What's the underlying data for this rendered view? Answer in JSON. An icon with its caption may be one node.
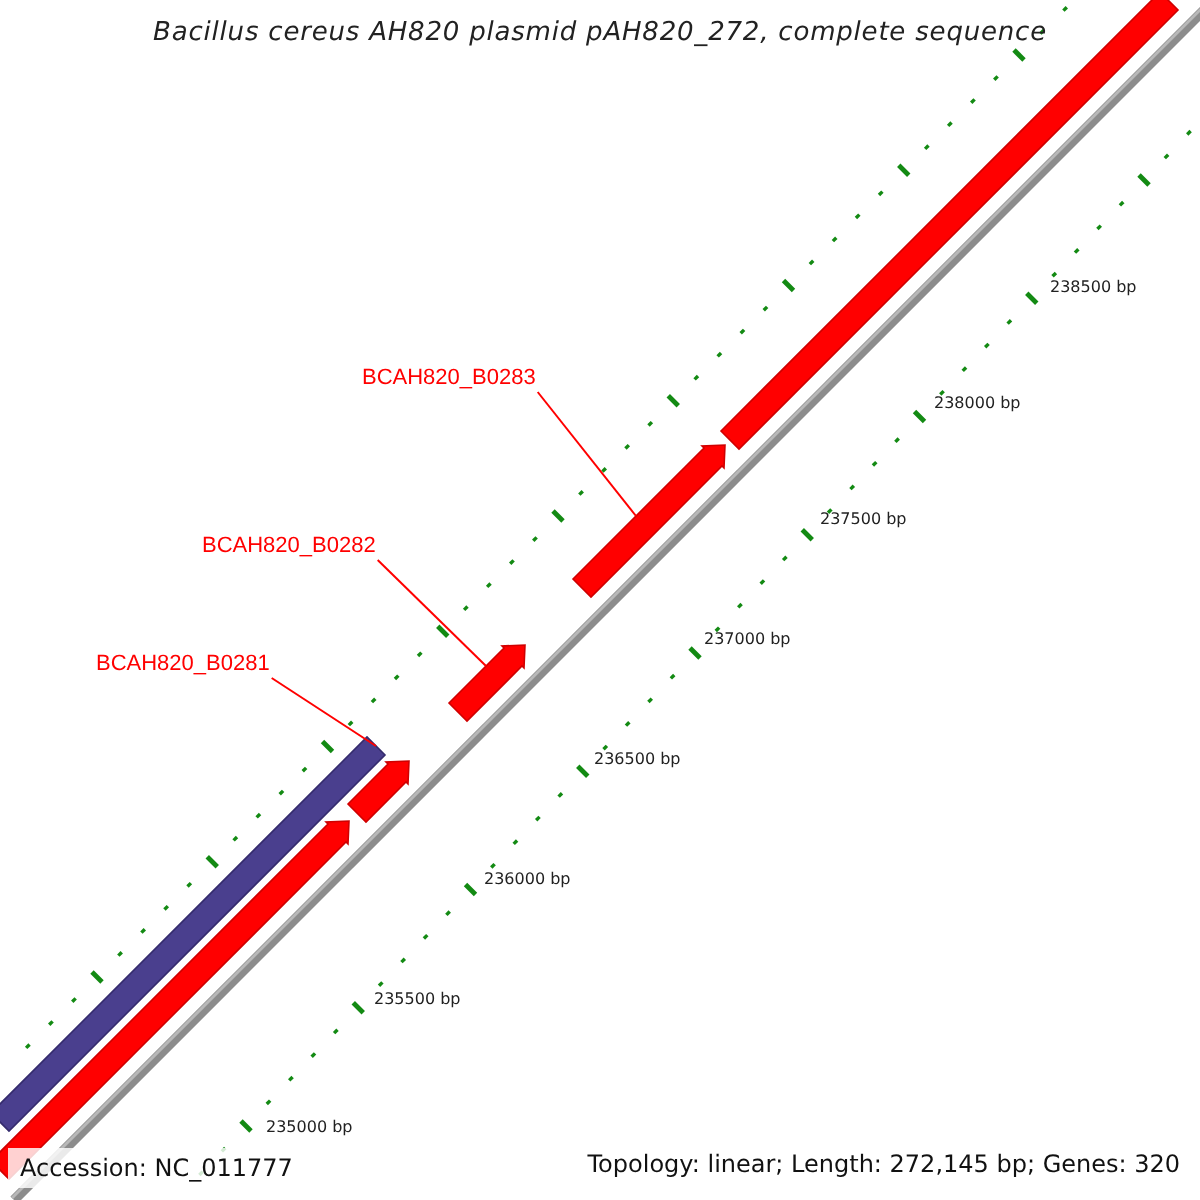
{
  "diagram": {
    "title": "Bacillus cereus AH820 plasmid pAH820_272, complete sequence",
    "nodes": [
      {
        "text": [
          "BCAH820_B0281"
        ]
      },
      {
        "text": [],
        "shape": "bar"
      },
      {
        "text": [
          "BCAH820_B0282"
        ]
      },
      {
        "text": [],
        "shape": "bar"
      },
      {
        "text": [
          "BCAH820_B0283"
        ]
      },
      {
        "text": [],
        "shape": "bar"
      }
    ],
    "edges": [
      {
        "from": 0,
        "to": 1,
        "arrow": "none"
      },
      {
        "from": 2,
        "to": 3,
        "arrow": "none"
      },
      {
        "from": 4,
        "to": 5,
        "arrow": "none"
      }
    ],
    "labels": [
      "238500 bp",
      "238000 bp",
      "237500 bp",
      "237000 bp",
      "236500 bp",
      "236000 bp",
      "235500 bp",
      "235000 bp",
      "Accession: NC_011777",
      "Topology: linear; Length: 272,145 bp; Genes: 320"
    ]
  }
}
